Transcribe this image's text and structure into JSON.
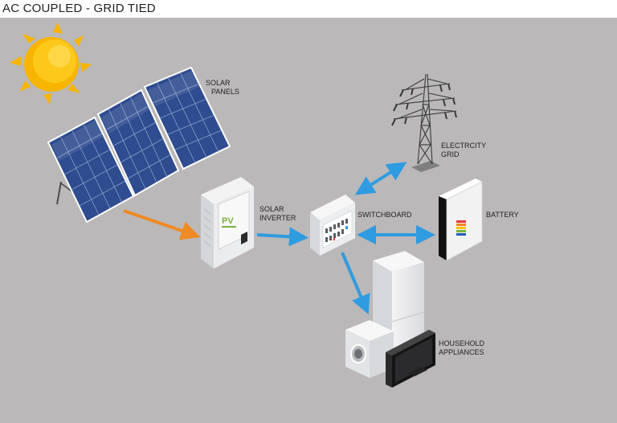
{
  "title": "AC COUPLED - GRID TIED",
  "labels": {
    "solar_panels": [
      "SOLAR",
      "PANELS"
    ],
    "solar_inverter": [
      "SOLAR",
      "INVERTER"
    ],
    "switchboard": "SWITCHBOARD",
    "electricity_grid": [
      "ELECTRCITY",
      "GRID"
    ],
    "battery": "BATTERY",
    "household_appliances": [
      "HOUSEHOLD",
      "APPLIANCES"
    ]
  },
  "inverter_logo": "PV",
  "colors": {
    "background": "#bab8b9",
    "solar_flow_arrow": "#f08a24",
    "power_flow_arrow": "#2f9be0",
    "panel_cell": "#2e4c8f",
    "sun": "#f7b500"
  }
}
